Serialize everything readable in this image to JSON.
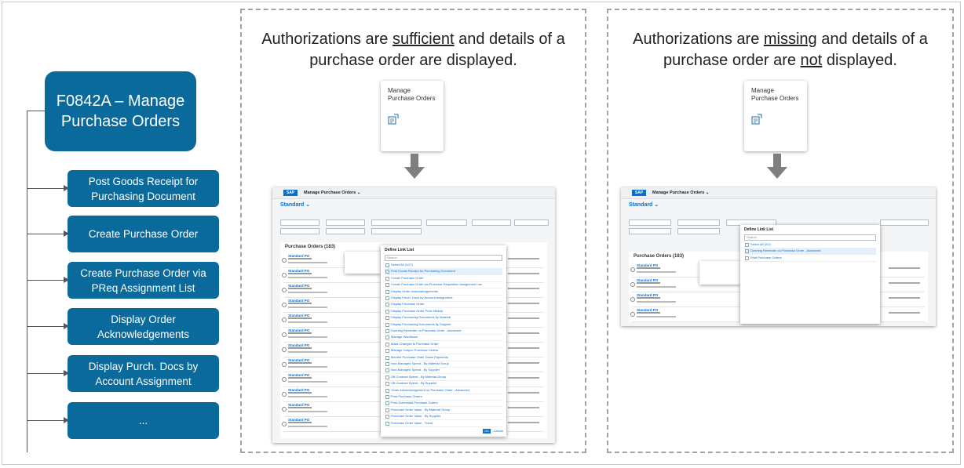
{
  "root": {
    "label": "F0842A – Manage Purchase Orders"
  },
  "children": [
    {
      "label": "Post Goods Receipt for Purchasing Document"
    },
    {
      "label": "Create Purchase Order"
    },
    {
      "label": "Create Purchase Order via PReq Assignment List"
    },
    {
      "label": "Display Order Acknowledgements"
    },
    {
      "label": "Display Purch. Docs by Account Assignment"
    },
    {
      "label": "..."
    }
  ],
  "left_panel": {
    "heading_pre": "Authorizations are ",
    "heading_em": "sufficient",
    "heading_post": " and details of a purchase order are displayed.",
    "tile_label": "Manage Purchase Orders",
    "screenshot": {
      "logo": "SAP",
      "app_title": "Manage Purchase Orders ⌄",
      "variant": "Standard ⌄",
      "table_title": "Purchase Orders (183)",
      "row_label": "Standard PO",
      "dialog_title": "Define Link List",
      "dialog_search": "Search",
      "dialog_items": [
        "Select All (1/27)",
        "Post Goods Receipt for Purchasing Document",
        "Create Purchase Order",
        "Create Purchase Order via Purchase Requisition Assignment List",
        "Display Order Acknowledgements",
        "Display Purch. Docs by Account Assignment",
        "Display Purchase Order",
        "Display Purchase Order Price History",
        "Display Purchasing Documents by Material",
        "Display Purchasing Documents by Supplier",
        "Dunning Reminder on Purchase Order - Advanced",
        "Manage Workflows",
        "Mass Changes to Purchase Order",
        "Manage Output: Purchase Orders",
        "Monitor Purchase Order Down Payments",
        "Non-Managed Spend - By Material Group",
        "Non-Managed Spend - By Supplier",
        "Off-Contract Spend - By Material Group",
        "Off-Contract Spend - By Supplier",
        "Order Acknowledgement on Purchase Order - Advanced",
        "Print Purchase Orders",
        "Print Scheduled Purchase Orders",
        "Purchase Order Value - By Material Group",
        "Purchase Order Value - By Supplier",
        "Purchase Order Value - Trend"
      ],
      "ok": "OK",
      "cancel": "Cancel"
    }
  },
  "right_panel": {
    "heading_pre": "Authorizations are ",
    "heading_em": "missing",
    "heading_mid": " and details of a purchase order are ",
    "heading_em2": "not",
    "heading_post": " displayed.",
    "tile_label": "Manage Purchase Orders",
    "screenshot": {
      "logo": "SAP",
      "app_title": "Manage Purchase Orders ⌄",
      "variant": "Standard ⌄",
      "table_title": "Purchase Orders (183)",
      "row_label": "Standard PO",
      "dialog_title": "Define Link List",
      "dialog_search": "Search",
      "dialog_items": [
        "Select All (2/2)",
        "Dunning Reminder on Purchase Order - Advanced",
        "Print Purchase Orders"
      ]
    }
  },
  "colors": {
    "box": "#0a6a9b",
    "arrow": "#7f7f7f",
    "sap_blue": "#0a6ed1"
  }
}
